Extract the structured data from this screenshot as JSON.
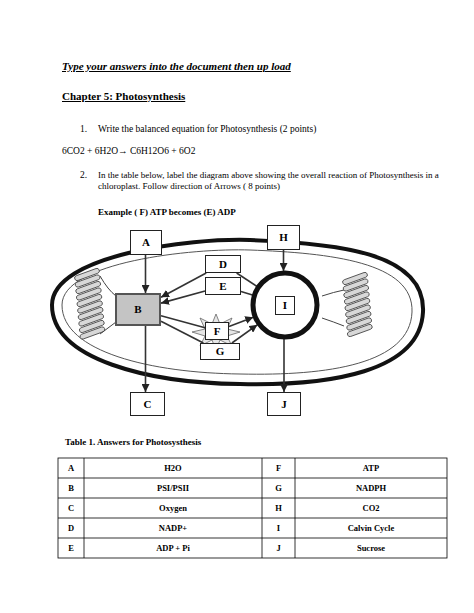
{
  "diagram": {
    "title": "Type your answers into the document then up load",
    "nodes": [
      {
        "text": [
          "A"
        ]
      },
      {
        "text": [
          "H"
        ]
      },
      {
        "text": [
          "D"
        ]
      },
      {
        "text": [
          "E"
        ]
      },
      {
        "text": [
          "B"
        ]
      },
      {
        "text": [
          "I"
        ]
      },
      {
        "text": [
          "F"
        ]
      },
      {
        "text": [
          "G"
        ]
      },
      {
        "text": [
          "C"
        ]
      },
      {
        "text": [
          "J"
        ]
      }
    ],
    "edges": [
      {
        "from": 0,
        "to": 4,
        "arrow": "to"
      },
      {
        "from": 4,
        "to": 8,
        "arrow": "to"
      },
      {
        "from": 1,
        "to": 5,
        "arrow": "to"
      },
      {
        "from": 5,
        "to": 9,
        "arrow": "to"
      },
      {
        "from": 5,
        "to": 2,
        "arrow": "none"
      },
      {
        "from": 2,
        "to": 4,
        "arrow": "to"
      },
      {
        "from": 5,
        "to": 3,
        "arrow": "none"
      },
      {
        "from": 3,
        "to": 4,
        "arrow": "to"
      },
      {
        "from": 4,
        "to": 6,
        "arrow": "none"
      },
      {
        "from": 6,
        "to": 5,
        "arrow": "to"
      },
      {
        "from": 4,
        "to": 7,
        "arrow": "none"
      },
      {
        "from": 7,
        "to": 5,
        "arrow": "to"
      }
    ],
    "labels": [
      "Chapter 5: Photosynthesis",
      "1.",
      "Write the balanced equation for Photosynthesis (2 points)",
      "6CO2 + 6H2O→ C6H12O6 + 6O2",
      "2.",
      "In the table below, label the diagram above showing the overall reaction of Photosynthesis in a chloroplast. Follow direction of Arrows ( 8 points)",
      "Example ( F) ATP becomes (E) ADP",
      "Table 1. Answers for Photosysthesis",
      "A",
      "H2O",
      "F",
      "ATP",
      "B",
      "PSI/PSII",
      "G",
      "NADPH",
      "C",
      "Oxygen",
      "H",
      "CO2",
      "D",
      "NADP+",
      "I",
      "Calvin Cycle",
      "E",
      "ADP + Pi",
      "J",
      "Sucrose"
    ]
  }
}
